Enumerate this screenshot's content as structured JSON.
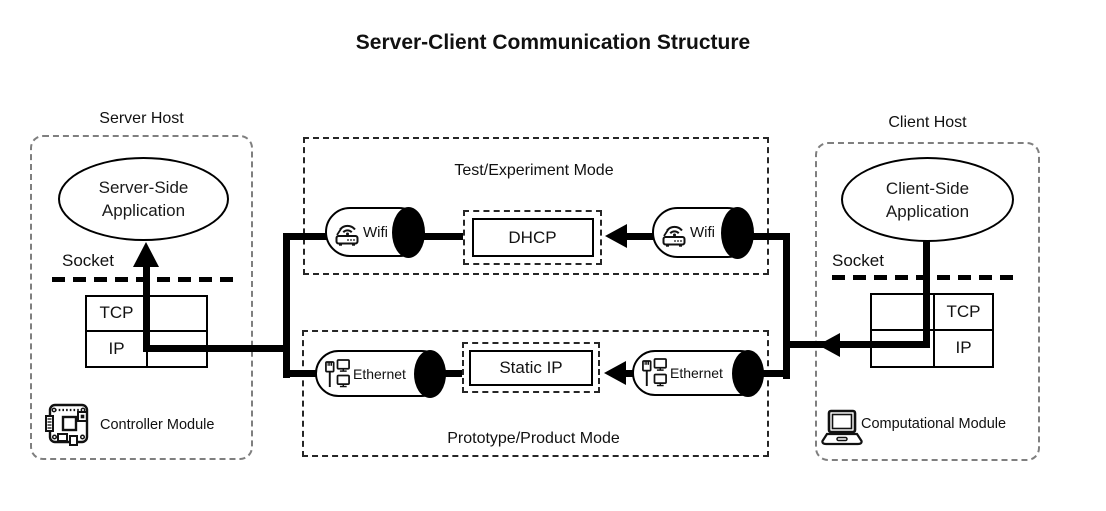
{
  "title": "Server-Client Communication Structure",
  "server": {
    "host_label": "Server Host",
    "app_line1": "Server-Side",
    "app_line2": "Application",
    "socket_label": "Socket",
    "tcp_label": "TCP",
    "ip_label": "IP",
    "module_label": "Controller Module"
  },
  "client": {
    "host_label": "Client Host",
    "app_line1": "Client-Side",
    "app_line2": "Application",
    "socket_label": "Socket",
    "tcp_label": "TCP",
    "ip_label": "IP",
    "module_label": "Computational Module"
  },
  "test_mode": {
    "label": "Test/Experiment Mode",
    "left_node": "Wifi",
    "center_node": "DHCP",
    "right_node": "Wifi"
  },
  "product_mode": {
    "label": "Prototype/Product Mode",
    "left_node": "Ethernet",
    "center_node": "Static IP",
    "right_node": "Ethernet"
  },
  "colors": {
    "line": "#000000",
    "host_border": "#7f7f7f",
    "mode_border": "#262626",
    "background": "#ffffff"
  }
}
